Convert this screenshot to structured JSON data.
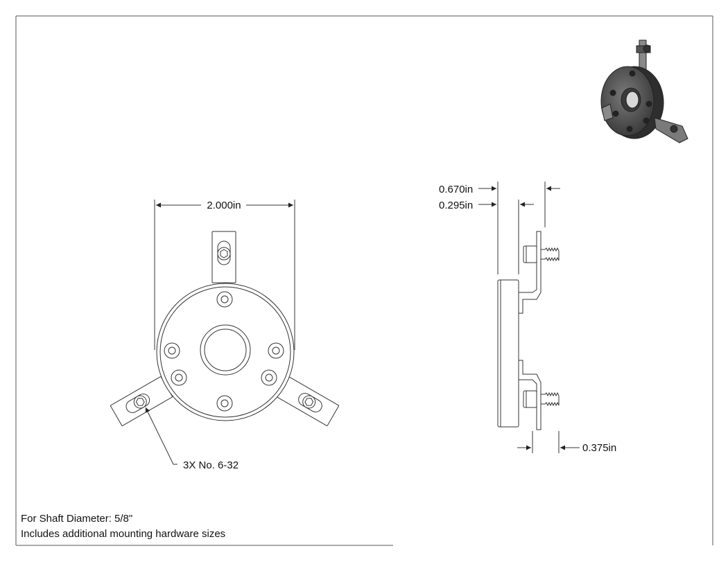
{
  "dimensions": {
    "width_label": "2.000in",
    "depth_total_label": "0.670in",
    "depth_body_label": "0.295in",
    "stud_length_label": "0.375in",
    "callout_label": "3X No. 6-32"
  },
  "notes": {
    "shaft_diameter": "For Shaft Diameter: 5/8\"",
    "hardware": "Includes additional mounting hardware sizes"
  },
  "colors": {
    "line": "#333333",
    "shade_dark": "#3a3a3a",
    "shade_mid": "#6b6b6b",
    "shade_light": "#9a9a9a"
  }
}
